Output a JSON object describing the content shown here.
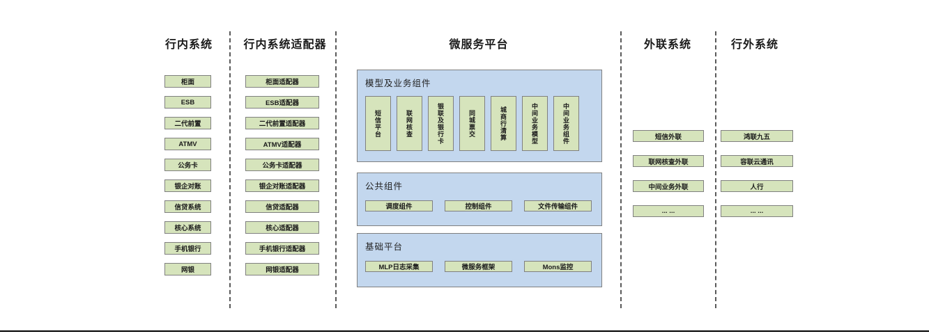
{
  "diagram": {
    "colors": {
      "green_box_bg": "#d6e4bc",
      "green_box_border": "#7f7f7f",
      "blue_panel_bg": "#c3d7ee",
      "blue_panel_border": "#7f7f7f",
      "divider": "#595959",
      "bottom_rule": "#000000",
      "text": "#1a1a1a"
    },
    "columns": {
      "internal": {
        "title": "行内系统",
        "boxes": [
          "柜面",
          "ESB",
          "二代前置",
          "ATMV",
          "公务卡",
          "银企对账",
          "信贷系统",
          "核心系统",
          "手机银行",
          "网银"
        ]
      },
      "adapters": {
        "title": "行内系统适配器",
        "boxes": [
          "柜面适配器",
          "ESB适配器",
          "二代前置适配器",
          "ATMV适配器",
          "公务卡适配器",
          "银企对账适配器",
          "信贷适配器",
          "核心适配器",
          "手机银行适配器",
          "网银适配器"
        ]
      },
      "platform": {
        "title": "微服务平台",
        "panels": [
          {
            "title": "模型及业务组件",
            "boxes": [
              "短信平台",
              "联网核查",
              "银联及银行卡",
              "同城票交",
              "城商行清算",
              "中间业务模型",
              "中间业务组件"
            ]
          },
          {
            "title": "公共组件",
            "boxes": [
              "调度组件",
              "控制组件",
              "文件传输组件"
            ]
          },
          {
            "title": "基础平台",
            "boxes": [
              "MLP日志采集",
              "微服务框架",
              "Mons监控"
            ]
          }
        ]
      },
      "outreach": {
        "title": "外联系统",
        "boxes": [
          "短信外联",
          "联网核查外联",
          "中间业务外联",
          "... ..."
        ]
      },
      "external": {
        "title": "行外系统",
        "boxes": [
          "鸿联九五",
          "容联云通讯",
          "人行",
          "... ..."
        ]
      }
    }
  }
}
